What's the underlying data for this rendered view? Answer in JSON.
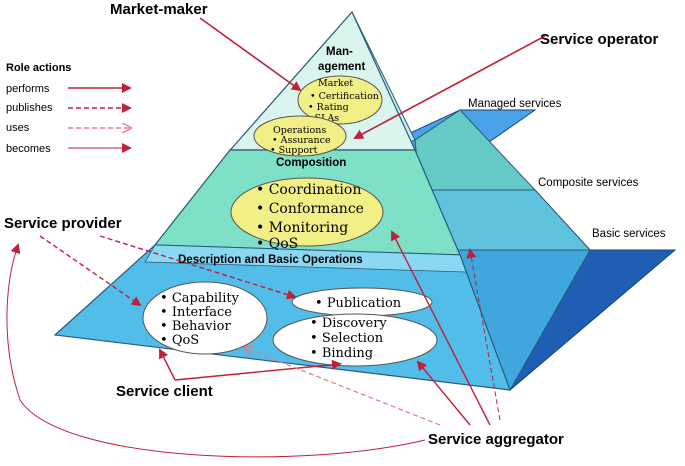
{
  "roles": {
    "market_maker": "Market-maker",
    "service_operator": "Service operator",
    "service_provider": "Service provider",
    "service_client": "Service client",
    "service_aggregator": "Service aggregator"
  },
  "legend": {
    "title": "Role actions",
    "items": [
      "performs",
      "publishes",
      "uses",
      "becomes"
    ]
  },
  "side_labels": {
    "managed": "Managed services",
    "composite": "Composite services",
    "basic": "Basic services"
  },
  "layers": {
    "management": {
      "title_line1": "Man-",
      "title_line2": "agement"
    },
    "composition": {
      "title": "Composition"
    },
    "basic": {
      "title": "Description and Basic Operations"
    }
  },
  "ovals": {
    "market": [
      "Market",
      "Certification",
      "Rating",
      "SLAs"
    ],
    "operations": [
      "Operations",
      "Assurance",
      "Support"
    ],
    "composition": [
      "Coordination",
      "Conformance",
      "Monitoring",
      "QoS"
    ],
    "capability": [
      "Capability",
      "Interface",
      "Behavior",
      "QoS"
    ],
    "publication": [
      "Publication"
    ],
    "discovery": [
      "Discovery",
      "Selection",
      "Binding"
    ]
  },
  "colors": {
    "management": "#d9f5ee",
    "composition": "#7fe0c8",
    "basic": "#52bde8",
    "right_face": "#2e86d6",
    "right_face_dark": "#1e5fb3",
    "oval_yellow": "#f2ef86",
    "oval_white": "#ffffff",
    "arrow": "#c0203a"
  }
}
